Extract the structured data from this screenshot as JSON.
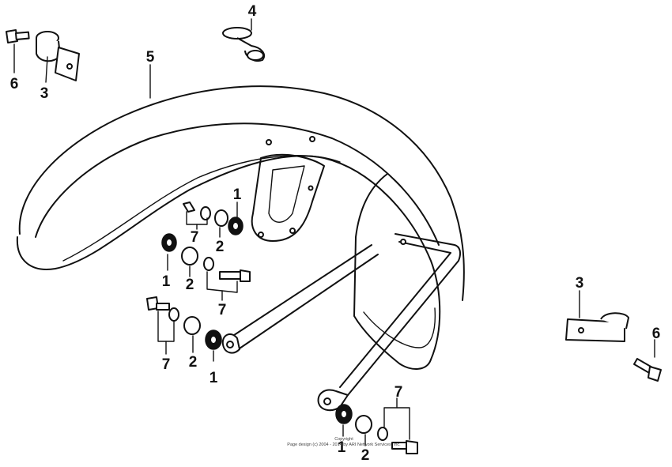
{
  "diagram": {
    "callouts": {
      "c1": "1",
      "c2": "2",
      "c3": "3",
      "c4": "4",
      "c5": "5",
      "c6": "6",
      "c7": "7"
    },
    "copyright_line1": "Copyright",
    "copyright_line2": "Page design (c) 2004 - 2014 by ARI Network Services, Inc."
  }
}
